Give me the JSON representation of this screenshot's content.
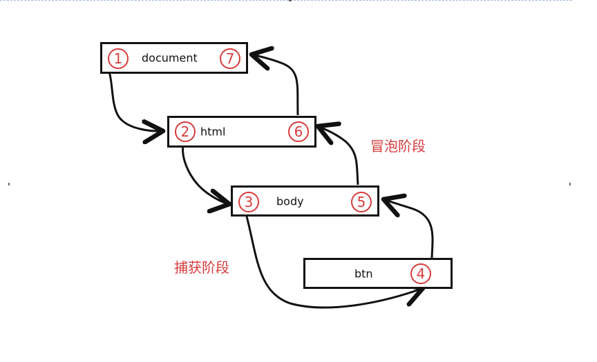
{
  "diagram": {
    "phases": {
      "capture_label": "捕获阶段",
      "bubble_label": "冒泡阶段"
    },
    "nodes": [
      {
        "label": "document",
        "left_badge": "1",
        "right_badge": "7"
      },
      {
        "label": "html",
        "left_badge": "2",
        "right_badge": "6"
      },
      {
        "label": "body",
        "left_badge": "3",
        "right_badge": "5"
      },
      {
        "label": "btn",
        "right_badge": "4"
      }
    ]
  },
  "colors": {
    "accent": "#d83b3b",
    "line": "#111111",
    "dashed_border": "#9fb7d8"
  }
}
